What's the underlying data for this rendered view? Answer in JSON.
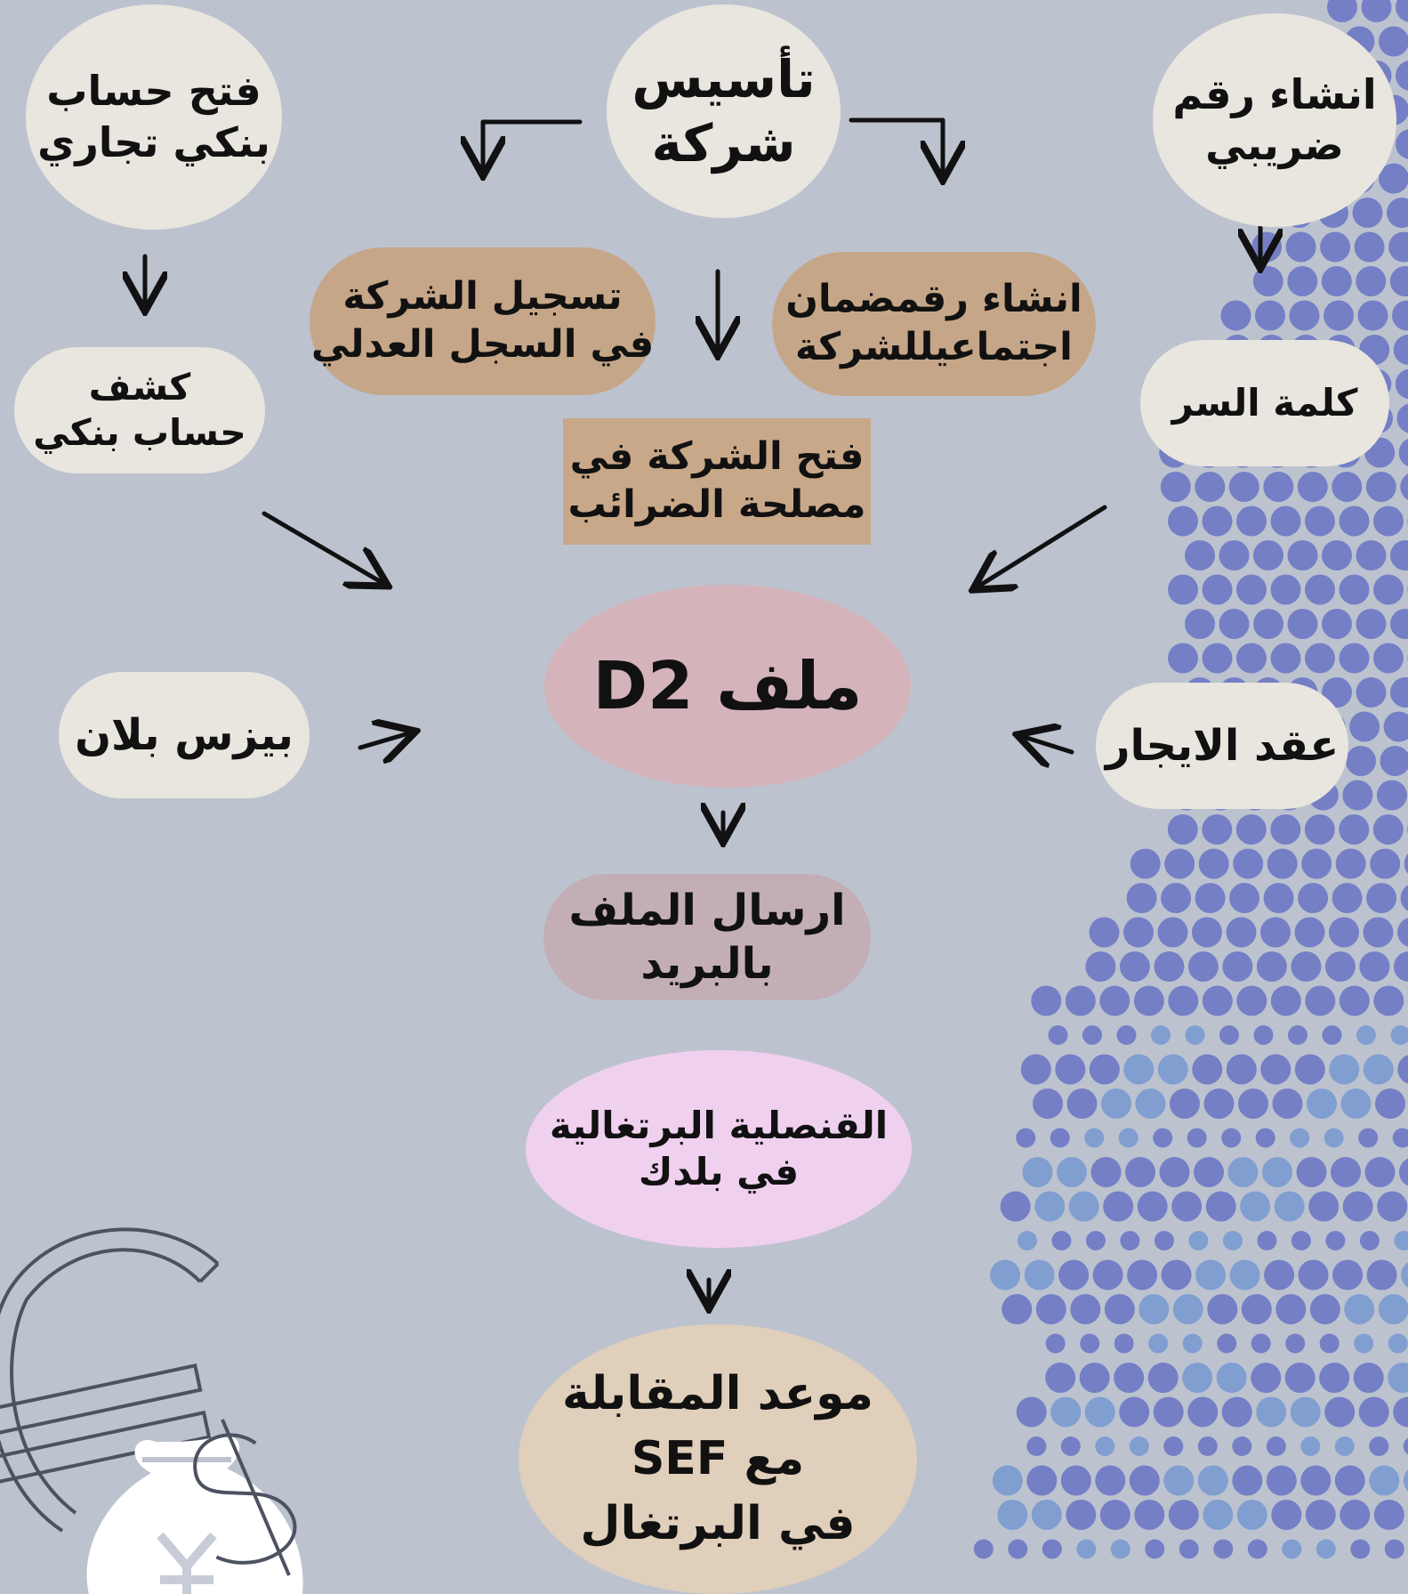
{
  "colors": {
    "background": "#bcc3cf",
    "cream": "#e9e5df",
    "tan": "#c6a688",
    "pink": "#d4b3bb",
    "mauve": "#c3aeb6",
    "lilac": "#f0d0ef",
    "beige": "#e0cfba",
    "dots": "#6c78c4",
    "dots_light": "#7a9ad0"
  },
  "nodes": {
    "company_setup": "تأسيس\nشركة",
    "open_bank_account": "فتح حساب\nبنكي تجاري",
    "tax_number": "انشاء رقم\nضريبي",
    "register_company": "تسجيل الشركة\nفي السجل العدلي",
    "social_security": "انشاء رقمضمان\nاجتماعيللشركة",
    "bank_statement": "كشف\nحساب بنكي",
    "password": "كلمة السر",
    "tax_office": "فتح الشركة في\nمصلحة الضرائب",
    "d2_file": "ملف  D2",
    "business_plan": "بيزس بلان",
    "lease": "عقد الايجار",
    "send_by_mail": "ارسال الملف\nبالبريد",
    "consulate": "القنصلية البرتغالية\nفي بلدك",
    "interview": "موعد المقابلة\nمع   SEF\nفي البرتغال"
  },
  "decorations": [
    "euro-sign-icon",
    "money-bag-icon",
    "dollar-sign-icon",
    "yen-sign-icon",
    "dot-pattern"
  ]
}
